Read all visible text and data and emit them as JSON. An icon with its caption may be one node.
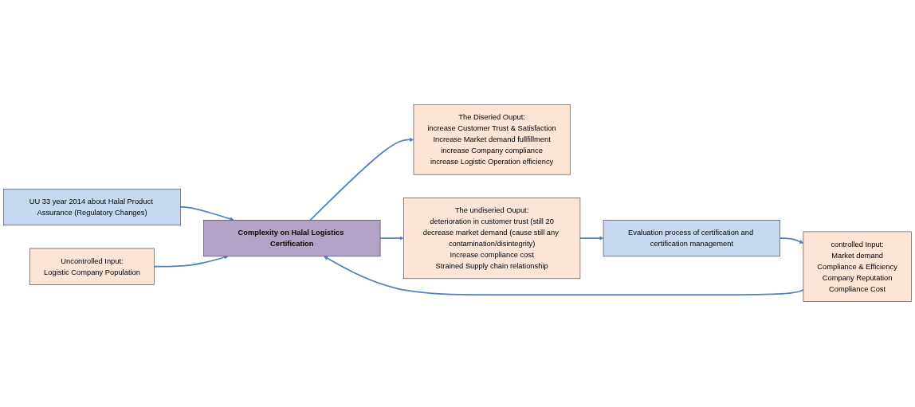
{
  "diagram": {
    "nodes": [
      {
        "text": [
          "UU 33 year 2014 about Halal Product Assurance (Regulatory Changes)"
        ]
      },
      {
        "text": [
          "Uncontrolled Input:",
          "Logistic Company Population"
        ]
      },
      {
        "text": [
          "Complexity on Halal Logistics Certification"
        ]
      },
      {
        "text": [
          "The Diseried Ouput:",
          "increase Customer Trust & Satisfaction",
          "Increase Market demand fullfillment",
          "increase Company compliance",
          "increase Logistic Operation efficiency"
        ]
      },
      {
        "text": [
          "controlled Input:",
          "Market demand",
          "Compliance & Efficiency",
          "Company Reputation",
          "Compliance Cost"
        ]
      },
      {
        "text": [
          "The undiseried Ouput:",
          "deterioration in customer trust (still 20",
          "decrease market demand (cause still any contamination/disintegrity)",
          "Increase compliance cost",
          "Strained Supply chain relationship"
        ]
      },
      {
        "text": [
          "Evaluation process of certification and certification management"
        ]
      }
    ],
    "edges": [
      {
        "from": 0,
        "to": 2,
        "arrow": "to"
      },
      {
        "from": 1,
        "to": 2,
        "arrow": "to"
      },
      {
        "from": 4,
        "to": 2,
        "arrow": "to"
      },
      {
        "from": 2,
        "to": 3,
        "arrow": "to"
      },
      {
        "from": 2,
        "to": 5,
        "arrow": "to"
      },
      {
        "from": 5,
        "to": 6,
        "arrow": "to"
      },
      {
        "from": 6,
        "to": 4,
        "arrow": "to"
      }
    ]
  }
}
